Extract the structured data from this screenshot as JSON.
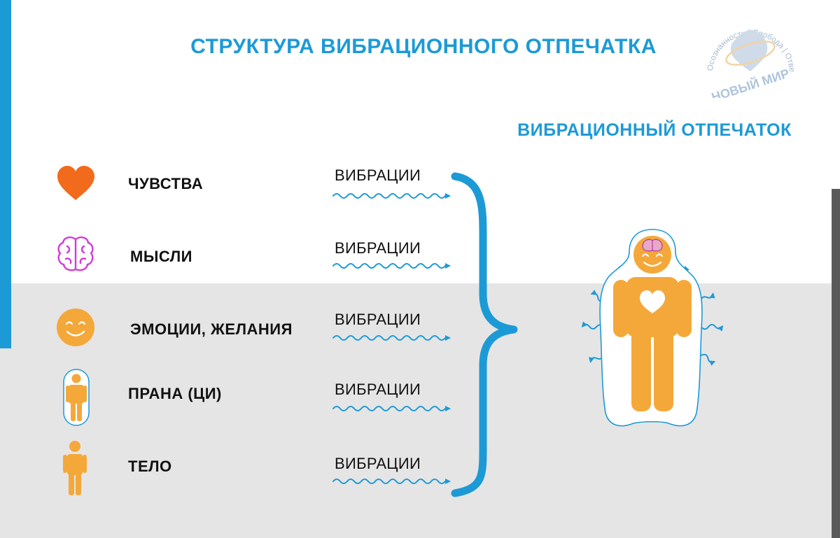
{
  "title": "СТРУКТУРА ВИБРАЦИОННОГО ОТПЕЧАТКА",
  "subtitle": "ВИБРАЦИОННЫЙ ОТПЕЧАТОК",
  "rows": [
    {
      "label": "ЧУВСТВА",
      "icon": "heart-icon",
      "vibration": "ВИБРАЦИИ"
    },
    {
      "label": "МЫСЛИ",
      "icon": "brain-icon",
      "vibration": "ВИБРАЦИИ"
    },
    {
      "label": "ЭМОЦИИ, ЖЕЛАНИЯ",
      "icon": "smiley-icon",
      "vibration": "ВИБРАЦИИ"
    },
    {
      "label": "ПРАНА (ЦИ)",
      "icon": "aura-figure-icon",
      "vibration": "ВИБРАЦИИ"
    },
    {
      "label": "ТЕЛО",
      "icon": "body-figure-icon",
      "vibration": "ВИБРАЦИИ"
    }
  ],
  "logo": {
    "name": "НОВЫЙ МИР",
    "tagline": "Осознанность | Свобода | Ответственность"
  },
  "colors": {
    "accent_blue": "#1c9ad6",
    "heart_orange": "#f26a1b",
    "brain_magenta": "#d23bd9",
    "figure_orange": "#f4a83a",
    "gray_bg": "#e5e5e6"
  }
}
